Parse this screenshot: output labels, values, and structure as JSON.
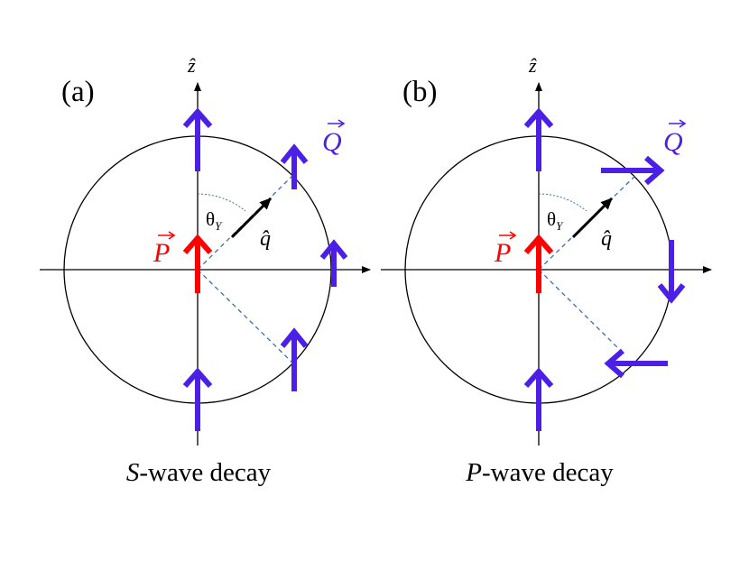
{
  "colors": {
    "polarization_arrow": "#4b1fe6",
    "production_arrow": "#ff0000",
    "axis": "#000000",
    "q_unit_arrow": "#000000",
    "dashed_line": "#3a6fb0",
    "angle_arc": "#3a6fb0"
  },
  "panels": [
    {
      "id": "a",
      "panel_label": "(a)",
      "z_axis_label": "ẑ",
      "Q_label": "Q",
      "P_label": "P",
      "theta_symbol": "θ",
      "theta_subscript": "Y",
      "q_hat_label": "q̂",
      "caption_italic": "S",
      "caption_rest": "-wave decay",
      "spin_pattern": [
        "up",
        "up",
        "up",
        "up",
        "up",
        "up"
      ]
    },
    {
      "id": "b",
      "panel_label": "(b)",
      "z_axis_label": "ẑ",
      "Q_label": "Q",
      "P_label": "P",
      "theta_symbol": "θ",
      "theta_subscript": "Y",
      "q_hat_label": "q̂",
      "caption_italic": "P",
      "caption_rest": "-wave decay",
      "spin_pattern": [
        "up",
        "up",
        "right",
        "down",
        "left",
        "up"
      ]
    }
  ]
}
